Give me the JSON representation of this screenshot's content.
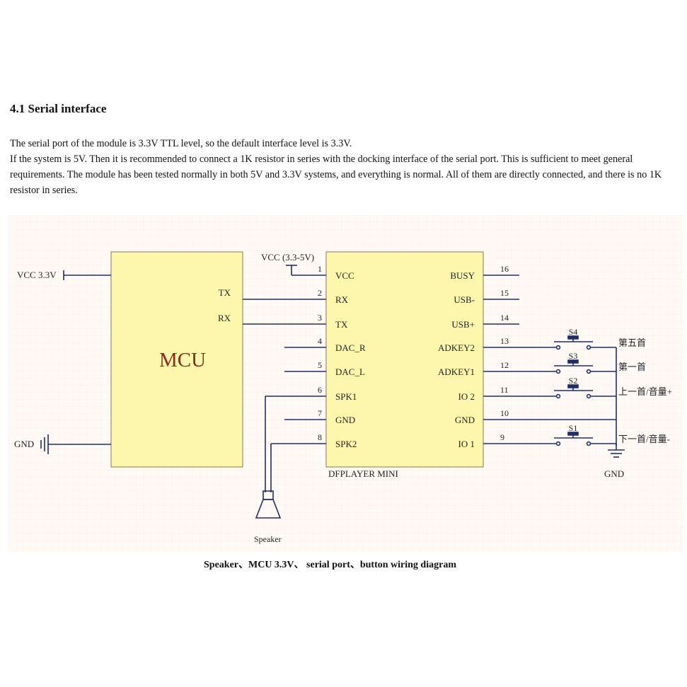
{
  "section": {
    "heading": "4.1 Serial interface",
    "paragraph1": "The serial port of the module is 3.3V TTL level, so the default interface level is 3.3V.",
    "paragraph2": "If the system is 5V. Then it is recommended to connect a 1K resistor in series with the docking interface of the serial port. This is sufficient to meet general requirements. The module has been tested normally in both 5V and 3.3V systems, and everything is normal. All of them are directly connected, and there is no 1K resistor in series."
  },
  "diagram": {
    "colors": {
      "chip_fill": "#fdf7ae",
      "wire": "#1f2d6e",
      "label": "#222222",
      "grid": "#fbf1ea",
      "background": "#fffaf6"
    },
    "mcu": {
      "title": "MCU",
      "vcc_label": "VCC 3.3V",
      "gnd_label": "GND",
      "pins": [
        "TX",
        "RX"
      ]
    },
    "module": {
      "name": "DFPLAYER MINI",
      "vcc_supply_label": "VCC (3.3-5V)",
      "left_pins": [
        {
          "num": "1",
          "name": "VCC"
        },
        {
          "num": "2",
          "name": "RX"
        },
        {
          "num": "3",
          "name": "TX"
        },
        {
          "num": "4",
          "name": "DAC_R"
        },
        {
          "num": "5",
          "name": "DAC_L"
        },
        {
          "num": "6",
          "name": "SPK1"
        },
        {
          "num": "7",
          "name": "GND"
        },
        {
          "num": "8",
          "name": "SPK2"
        }
      ],
      "right_pins": [
        {
          "num": "16",
          "name": "BUSY"
        },
        {
          "num": "15",
          "name": "USB-"
        },
        {
          "num": "14",
          "name": "USB+"
        },
        {
          "num": "13",
          "name": "ADKEY2"
        },
        {
          "num": "12",
          "name": "ADKEY1"
        },
        {
          "num": "11",
          "name": "IO 2"
        },
        {
          "num": "10",
          "name": "GND"
        },
        {
          "num": "9",
          "name": "IO 1"
        }
      ]
    },
    "buttons": [
      {
        "name": "S4",
        "label": "第五首"
      },
      {
        "name": "S3",
        "label": "第一首"
      },
      {
        "name": "S2",
        "label": "上一首/音量+"
      },
      {
        "name": "S1",
        "label": "下一首/音量-"
      }
    ],
    "gnd_right_label": "GND",
    "speaker_label": "Speaker"
  },
  "caption": "Speaker、MCU 3.3V、 serial port、button wiring diagram"
}
